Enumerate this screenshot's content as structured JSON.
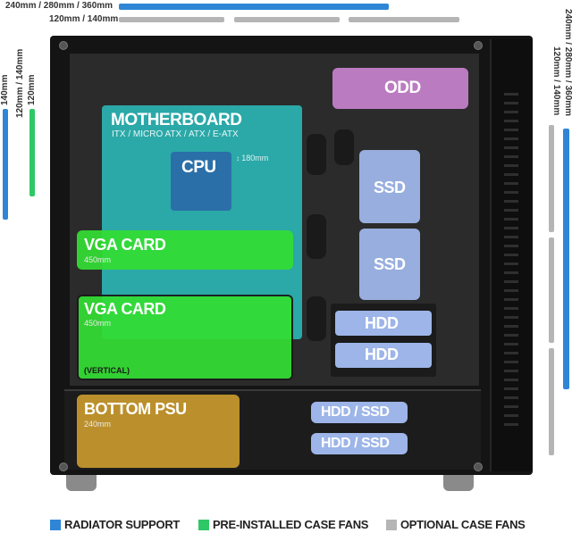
{
  "colors": {
    "radiator": "#2f86d6",
    "preinstalled": "#2ec866",
    "optional": "#b5b5b5",
    "motherboard": "#2bb3b3",
    "cpu": "#2a6fa8",
    "vga": "#33dd33",
    "odd": "#c27fc9",
    "drive": "#9db5e8",
    "psu": "#c99a2e"
  },
  "top_dims": {
    "radiator_label": "240mm / 280mm / 360mm",
    "fans_label": "120mm / 140mm"
  },
  "left_dims": {
    "radiator_label": "120mm / 140mm",
    "size_140": "140mm",
    "size_120": "120mm"
  },
  "right_dims": {
    "radiator_label": "240mm / 280mm / 360mm",
    "fans_label": "120mm / 140mm"
  },
  "components": {
    "motherboard": {
      "title": "MOTHERBOARD",
      "sub": "ITX / MICRO ATX / ATX / E-ATX"
    },
    "cpu": {
      "title": "CPU",
      "cooler": "180mm"
    },
    "odd": {
      "title": "ODD"
    },
    "ssd1": {
      "title": "SSD"
    },
    "ssd2": {
      "title": "SSD"
    },
    "hdd1": {
      "title": "HDD"
    },
    "hdd2": {
      "title": "HDD"
    },
    "vga1": {
      "title": "VGA CARD",
      "sub": "450mm"
    },
    "vga2": {
      "title": "VGA CARD",
      "sub": "450mm",
      "note": "(VERTICAL)"
    },
    "psu": {
      "title": "BOTTOM PSU",
      "sub": "240mm"
    },
    "hddssd1": {
      "title": "HDD / SSD"
    },
    "hddssd2": {
      "title": "HDD / SSD"
    }
  },
  "legend": {
    "radiator": "RADIATOR SUPPORT",
    "preinstalled": "PRE-INSTALLED CASE FANS",
    "optional": "OPTIONAL CASE FANS"
  }
}
